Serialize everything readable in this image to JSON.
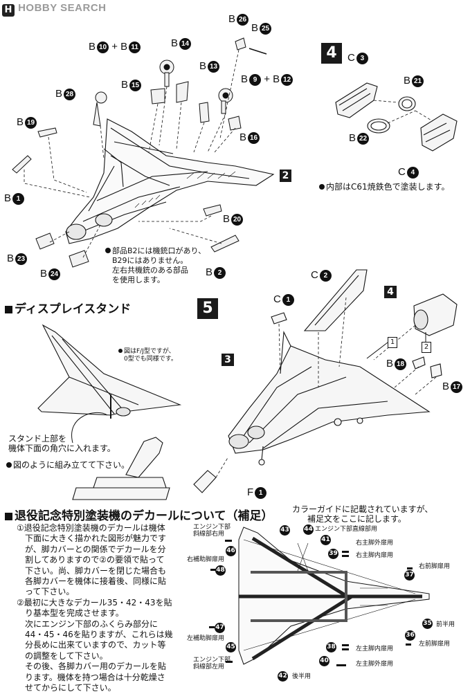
{
  "header": {
    "logo_mark": "H",
    "logo_text": "HOBBY SEARCH"
  },
  "step_badges": {
    "step2": "2",
    "step3": "3",
    "step4": "4",
    "step5": "5",
    "step4_sub": "4",
    "box1": "1",
    "box2": "2"
  },
  "parts": {
    "b10_b11": {
      "p1": "B",
      "n1": "10",
      "plus": "+",
      "p2": "B",
      "n2": "11"
    },
    "b14": {
      "p": "B",
      "n": "14"
    },
    "b26": {
      "p": "B",
      "n": "26"
    },
    "b25": {
      "p": "B",
      "n": "25"
    },
    "b13": {
      "p": "B",
      "n": "13"
    },
    "b9_b12": {
      "p1": "B",
      "n1": "9",
      "plus": "+",
      "p2": "B",
      "n2": "12"
    },
    "b15": {
      "p": "B",
      "n": "15"
    },
    "b28": {
      "p": "B",
      "n": "28"
    },
    "b19": {
      "p": "B",
      "n": "19"
    },
    "b16": {
      "p": "B",
      "n": "16"
    },
    "b1": {
      "p": "B",
      "n": "1"
    },
    "b20": {
      "p": "B",
      "n": "20"
    },
    "b23": {
      "p": "B",
      "n": "23"
    },
    "b24": {
      "p": "B",
      "n": "24"
    },
    "b2": {
      "p": "B",
      "n": "2"
    },
    "c3": {
      "p": "C",
      "n": "3"
    },
    "b21": {
      "p": "B",
      "n": "21"
    },
    "b22": {
      "p": "B",
      "n": "22"
    },
    "c4": {
      "p": "C",
      "n": "4"
    },
    "c2": {
      "p": "C",
      "n": "2"
    },
    "c1": {
      "p": "C",
      "n": "1"
    },
    "b18": {
      "p": "B",
      "n": "18"
    },
    "b17": {
      "p": "B",
      "n": "17"
    },
    "f1": {
      "p": "F",
      "n": "1"
    }
  },
  "notes": {
    "step4_interior": "内部はC61焼鉄色で塗装します。",
    "b2_note": [
      "部品B2には機銃口があり、",
      "B29にはありません。",
      "左右共機銃のある部品",
      "を使用します。"
    ],
    "stand_model_note": [
      "図はF/J型ですが、",
      "0型でも同様です。"
    ],
    "stand_insert": [
      "スタンド上部を",
      "機体下面の角穴に入れます。"
    ],
    "stand_assemble": "図のように組み立てて下さい。"
  },
  "headings": {
    "display_stand": "ディスプレイスタンド",
    "decal": "退役記念特別塗装機のデカールについて（補足）"
  },
  "decal_section": {
    "intro": [
      "カラーガイドに記載されていますが、",
      "補足文をここに記します。"
    ],
    "body": [
      "①退役記念特別塗装機のデカールは機体",
      "　下面に大きく描かれた図形が魅力です",
      "　が、脚カバーとの関係でデカールを分",
      "　割してありますので②の要領で貼って",
      "　下さい。尚、脚カバーを閉じた場合も",
      "　各脚カバーを機体に接着後、同様に貼",
      "　って下さい。",
      "②最初に大きなデカール35・42・43を貼",
      "　り基本型を完成させます。",
      "　次にエンジン下部のふくらみ部分に",
      "　44・45・46を貼りますが、これらは幾",
      "　分長めに出来ていますので、カット等",
      "　の調整をして下さい。",
      "　その後、各脚カバー用のデカールを貼",
      "　ります。機体を持つ場合は十分乾燥さ",
      "　せてからにして下さい。"
    ],
    "labels": {
      "engine_right": [
        "エンジン下部",
        "斜線部右用"
      ],
      "engine_straight": "エンジン下部直線部用",
      "right_main_outer": "右主脚外扉用",
      "right_main_inner": "右主脚内扉用",
      "right_aux": "右補助脚扉用",
      "right_front": "右前脚扉用",
      "front_half": "前半用",
      "left_front": "左前脚扉用",
      "left_aux": "左補助脚扉用",
      "left_main_inner": "左主脚内扉用",
      "left_main_outer": "左主脚外扉用",
      "engine_left": [
        "エンジン下部",
        "斜線部左用"
      ],
      "rear_half": "後半用"
    },
    "numbers": {
      "n43": "43",
      "n44": "44",
      "n41": "41",
      "n39": "39",
      "n46": "46",
      "n48": "48",
      "n37": "37",
      "n35": "35",
      "n36": "36",
      "n47": "47",
      "n45": "45",
      "n38": "38",
      "n40": "40",
      "n42": "42"
    }
  }
}
